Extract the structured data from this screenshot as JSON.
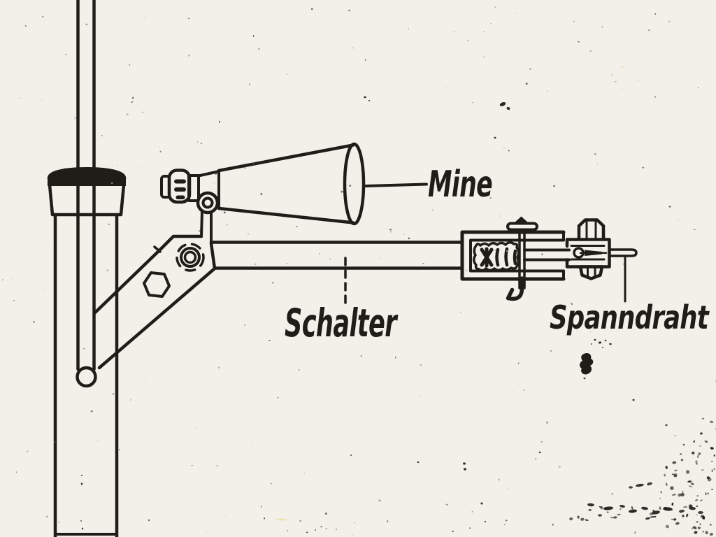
{
  "document": {
    "type": "scanned-technical-diagram",
    "language": "de",
    "labels": {
      "mine": "Mine",
      "schalter": "Schalter",
      "spanndraht": "Spanndraht"
    },
    "colors": {
      "paper": "#f3f0e9",
      "ink": "#201d19"
    }
  }
}
